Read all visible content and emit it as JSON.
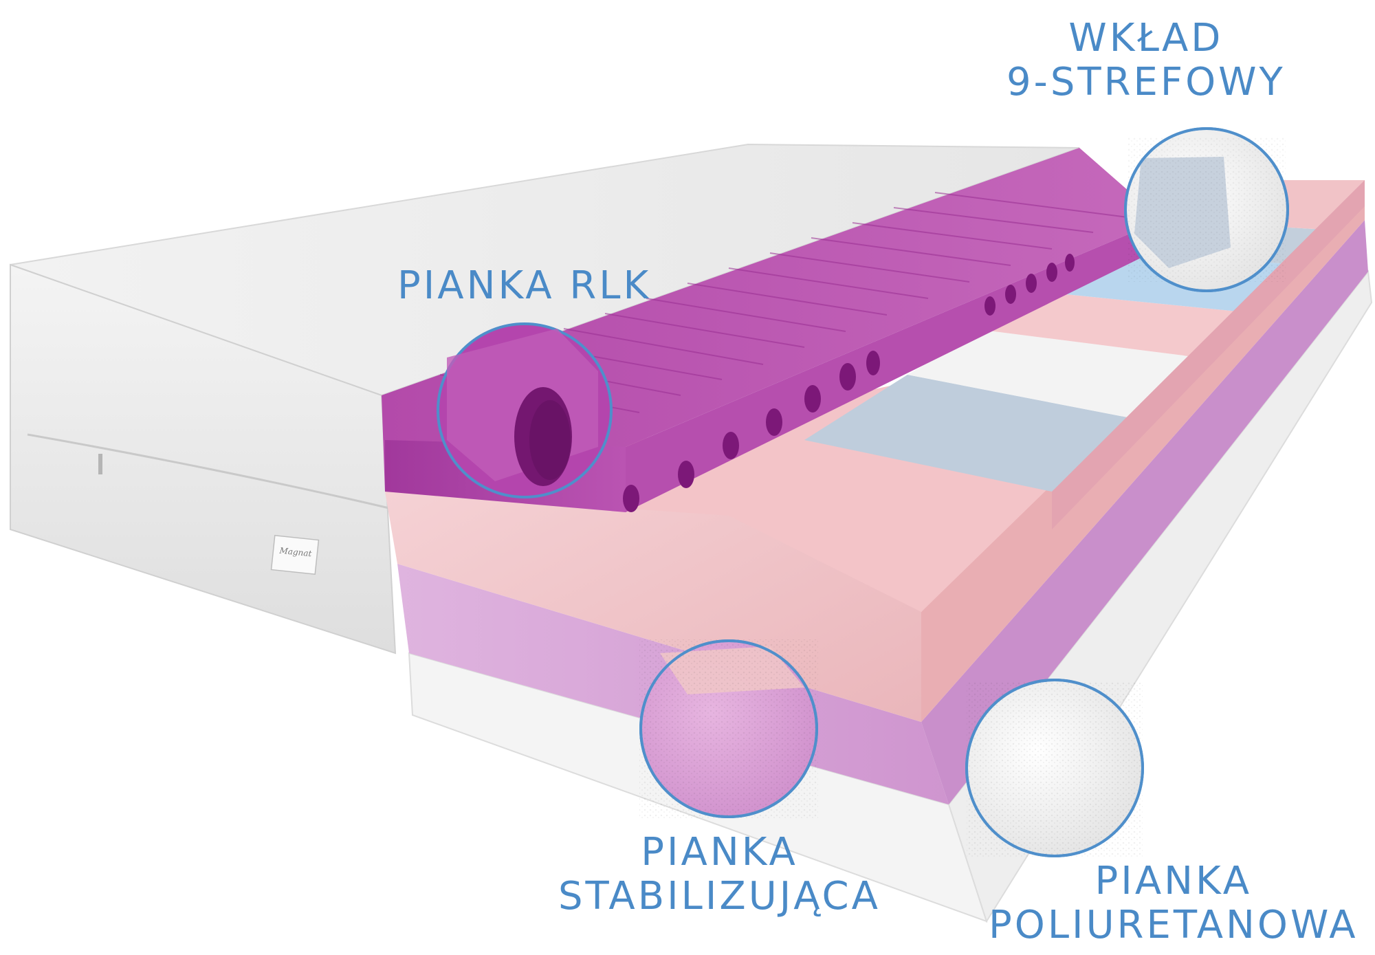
{
  "labels": {
    "rlk": "PIANKA RLK",
    "wklad_line1": "WKŁAD",
    "wklad_line2": "9-STREFOWY",
    "stab_line1": "PIANKA",
    "stab_line2": "STABILIZUJĄCA",
    "poli_line1": "PIANKA",
    "poli_line2": "POLIURETANOWA"
  },
  "brand_tag": "Magnat",
  "colors": {
    "label": "#4a8ac7",
    "cover": "#efefef",
    "purple_top": "#b040a8",
    "pink": "#f3c7cc",
    "lilac": "#ddb0dd",
    "white_foam": "#f6f6f6",
    "grey_blue": "#bccbdc",
    "light_blue": "#b8d6ee"
  }
}
